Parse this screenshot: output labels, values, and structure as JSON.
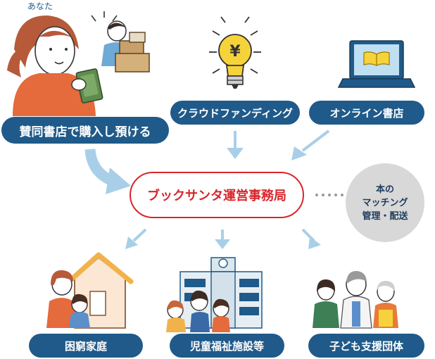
{
  "labels": {
    "you": "あなた",
    "buy": "賛同書店で購入し預ける",
    "crowdfunding": "クラウドファンディング",
    "online_store": "オンライン書店",
    "office": "ブックサンタ運営事務局",
    "matching_line1": "本の",
    "matching_line2": "マッチング",
    "matching_line3": "管理・配送",
    "families": "困窮家庭",
    "facilities": "児童福祉施設等",
    "groups": "子ども支援団体"
  },
  "icons": {
    "person_with_book": "woman-holding-book-icon",
    "bookstore_clerk": "bookstore-clerk-icon",
    "lightbulb_yen": "lightbulb-yen-icon",
    "laptop_book": "laptop-book-icon",
    "family_house": "family-house-icon",
    "children_facility": "children-facility-icon",
    "support_group": "support-group-icon",
    "bulb_symbol": "¥"
  },
  "colors": {
    "navy": "#1f5a8a",
    "arrow_blue": "#a9cfe8",
    "red": "#d7262c",
    "gray": "#d8d8d8",
    "yellow": "#f6d33a"
  }
}
